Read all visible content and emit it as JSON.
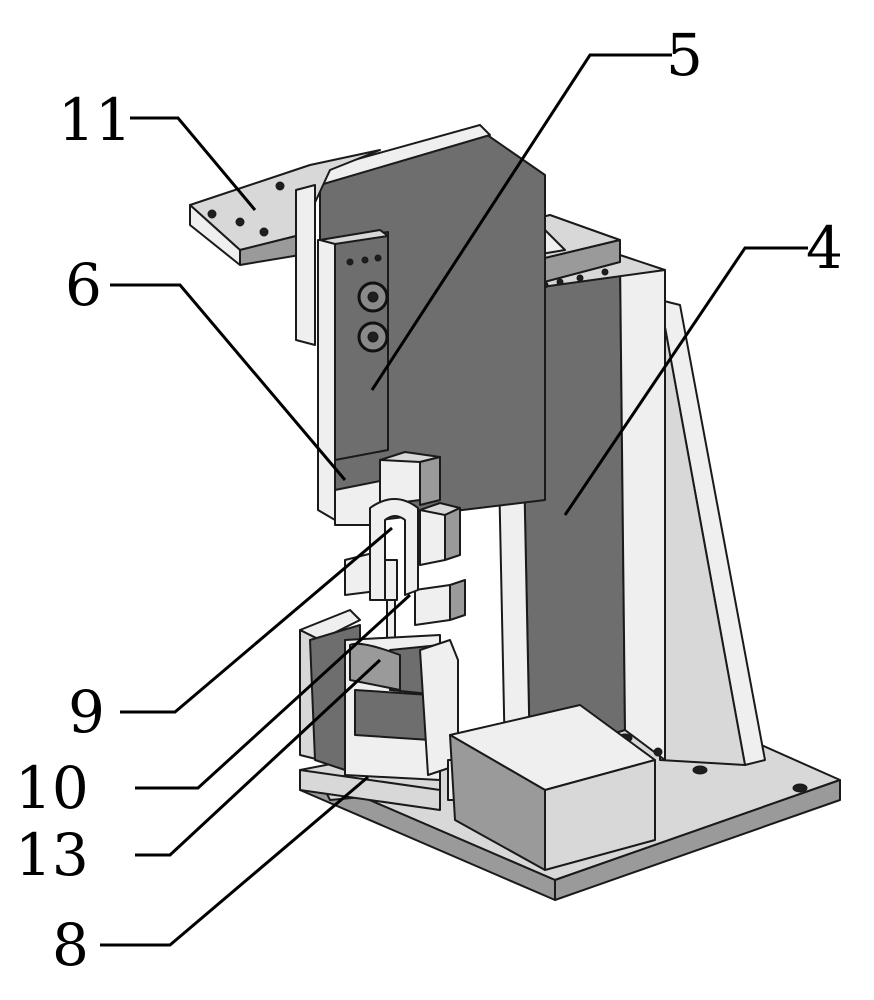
{
  "labels": {
    "l11": "11",
    "l5": "5",
    "l6": "6",
    "l4": "4",
    "l9": "9",
    "l10": "10",
    "l13": "13",
    "l8": "8"
  },
  "colors": {
    "dark_face": "#6e6e6e",
    "mid_face": "#9a9a9a",
    "light_face": "#d8d8d8",
    "white_face": "#efefef",
    "line": "#1a1a1a"
  }
}
